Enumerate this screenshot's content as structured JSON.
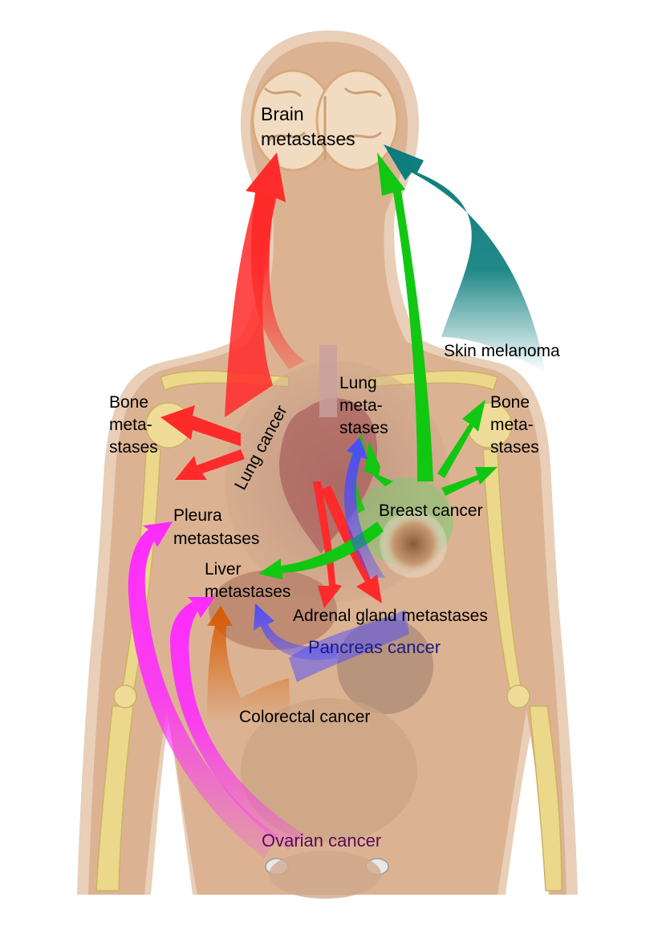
{
  "labels": {
    "brain_line1": "Brain",
    "brain_line2": "metastases",
    "skin_melanoma": "Skin melanoma",
    "bone_left_1": "Bone",
    "bone_left_2": "meta-",
    "bone_left_3": "stases",
    "bone_right_1": "Bone",
    "bone_right_2": "meta-",
    "bone_right_3": "stases",
    "lung_meta_1": "Lung",
    "lung_meta_2": "meta-",
    "lung_meta_3": "stases",
    "lung_cancer": "Lung cancer",
    "breast_cancer": "Breast cancer",
    "pleura_1": "Pleura",
    "pleura_2": "metastases",
    "liver_1": "Liver",
    "liver_2": "metastases",
    "adrenal": "Adrenal gland metastases",
    "pancreas": "Pancreas cancer",
    "colorectal": "Colorectal cancer",
    "ovarian": "Ovarian cancer"
  },
  "colors": {
    "body": "#dcb392",
    "body_outline": "#e8cdb6",
    "bone": "#ecd88a",
    "lung_cancer_arrows": "#ff2a2a",
    "breast_cancer_arrows": "#11c711",
    "skin_melanoma_arrow": "#0a7c7c",
    "pancreas_arrows": "#4b4bff",
    "colorectal_arrow": "#d85a00",
    "ovarian_arrows": "#ff2aff",
    "pancreas_label": "#1a1a8c",
    "ovarian_label": "#5a0a5a"
  },
  "icons": [
    "brain-icon",
    "heart-icon",
    "breast-tumor-icon",
    "skeleton-icon"
  ]
}
